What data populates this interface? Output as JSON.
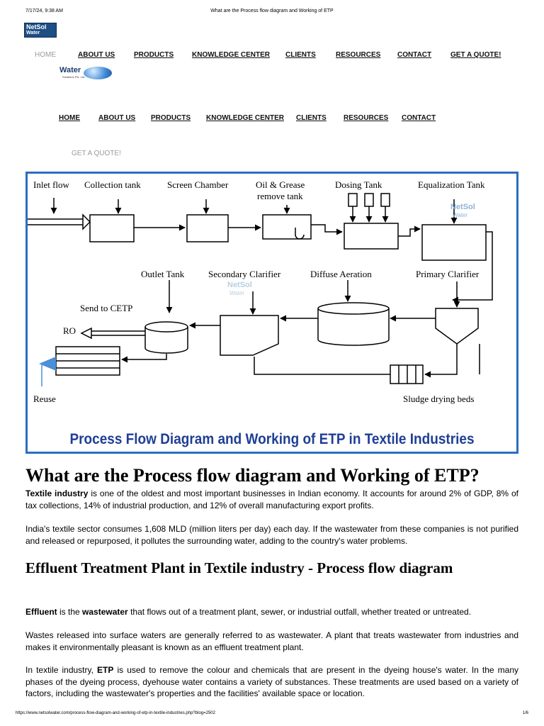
{
  "print_header": {
    "datetime": "7/17/24, 9:38 AM",
    "title": "What are the Process flow diagram and Working of ETP"
  },
  "print_footer": {
    "url": "https://www.netsolwater.com/process-flow-diagram-and-working-of-etp-in-textile-industries.php?blog=2502",
    "page": "1/6"
  },
  "logo_top": {
    "line1": "NetSol",
    "line2": "Water"
  },
  "logo_second": {
    "brand": "Water",
    "sub": "Solutions Pvt. Ltd."
  },
  "nav1": [
    "HOME",
    "ABOUT US",
    "PRODUCTS",
    "KNOWLEDGE CENTER",
    "CLIENTS",
    "RESOURCES",
    "CONTACT",
    "GET A QUOTE!"
  ],
  "nav2": [
    "HOME",
    "ABOUT US",
    "PRODUCTS",
    "KNOWLEDGE CENTER",
    "CLIENTS",
    "RESOURCES",
    "CONTACT"
  ],
  "nav2_quote": "GET A QUOTE!",
  "diagram": {
    "labels": {
      "inlet": "Inlet flow",
      "collection": "Collection tank",
      "screen": "Screen Chamber",
      "oil1": "Oil & Grease",
      "oil2": "remove tank",
      "dosing": "Dosing Tank",
      "equal": "Equalization Tank",
      "outlet": "Outlet Tank",
      "secondary": "Secondary Clarifier",
      "diffuse": "Diffuse Aeration",
      "primary": "Primary Clarifier",
      "cetp": "Send to CETP",
      "ro": "RO",
      "reuse": "Reuse",
      "sludge": "Sludge drying beds"
    },
    "watermark": {
      "line1": "NetSol",
      "line2": "Water"
    },
    "caption": "Process Flow Diagram and Working of ETP in Textile Industries"
  },
  "article": {
    "h1": "What are the Process flow diagram and Working of ETP?",
    "p1_bold": "Textile industry",
    "p1_rest": " is one of the oldest and most important businesses in Indian economy. It accounts for around 2% of GDP, 8% of tax collections, 14% of industrial production, and 12% of overall manufacturing export profits.",
    "p2": "India's textile sector consumes 1,608 MLD (million liters per day) each day. If the wastewater from these companies is not purified and released or repurposed, it pollutes the surrounding water, adding to the country's water problems.",
    "h2": "Effluent Treatment Plant in Textile industry - Process flow diagram",
    "p3_b1": "Effluent",
    "p3_m": " is the ",
    "p3_b2": "wastewater",
    "p3_rest": " that flows out of a treatment plant, sewer, or industrial outfall, whether treated or untreated.",
    "p4": "Wastes released into surface waters are generally referred to as wastewater. A plant that treats wastewater from industries and makes it environmentally pleasant is known as an effluent treatment plant.",
    "p5_a": "In textile industry, ",
    "p5_b": "ETP",
    "p5_rest": " is used to remove the colour and chemicals that are present in the dyeing house's water. In the many phases of the dyeing process, dyehouse water contains a variety of substances. These treatments are used based on a variety of factors, including the wastewater's properties and the facilities' available space or location."
  }
}
